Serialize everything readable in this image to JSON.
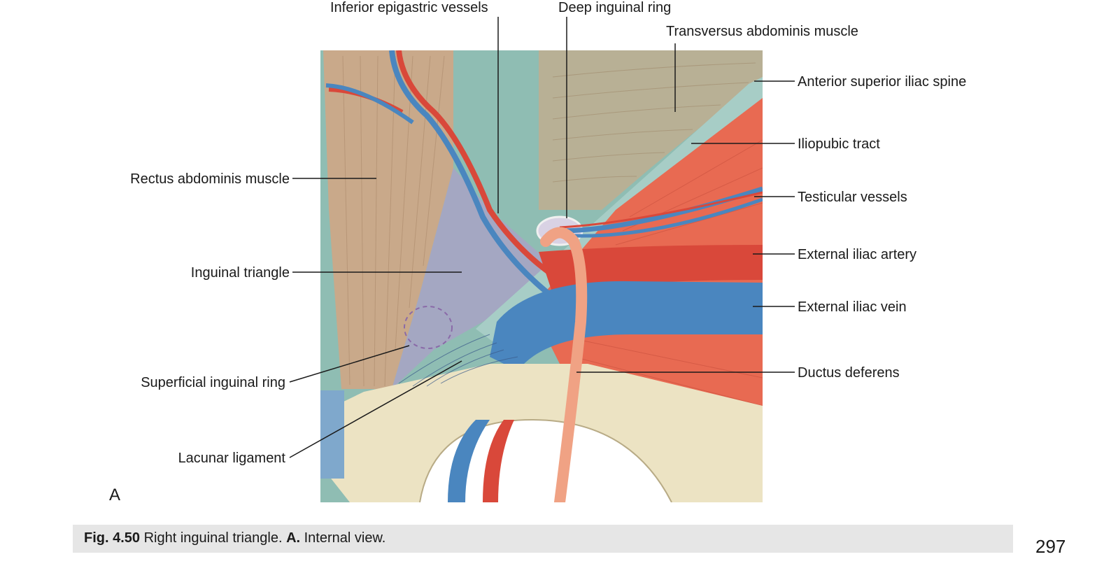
{
  "labels": {
    "inferior_epigastric": "Inferior epigastric vessels",
    "deep_ring": "Deep inguinal ring",
    "transversus": "Transversus abdominis muscle",
    "asis": "Anterior superior iliac spine",
    "iliopubic": "Iliopubic tract",
    "rectus": "Rectus abdominis muscle",
    "testicular": "Testicular vessels",
    "ext_artery": "External iliac artery",
    "inguinal_triangle": "Inguinal triangle",
    "ext_vein": "External iliac vein",
    "superficial_ring": "Superficial inguinal ring",
    "ductus": "Ductus deferens",
    "lacunar": "Lacunar ligament"
  },
  "panel_letter": "A",
  "caption": {
    "fig_number": "Fig. 4.50",
    "title": "Right inguinal triangle.",
    "panel": "A.",
    "view": "Internal view."
  },
  "page_number": "297",
  "colors": {
    "fascia": "#8fbdb3",
    "rectus": "#c9a98a",
    "muscle": "#e86a52",
    "artery": "#d9483a",
    "vein": "#4a86bf",
    "bone": "#ece3c3",
    "ductus": "#f0a284",
    "triangle": "#a8a3c4"
  }
}
